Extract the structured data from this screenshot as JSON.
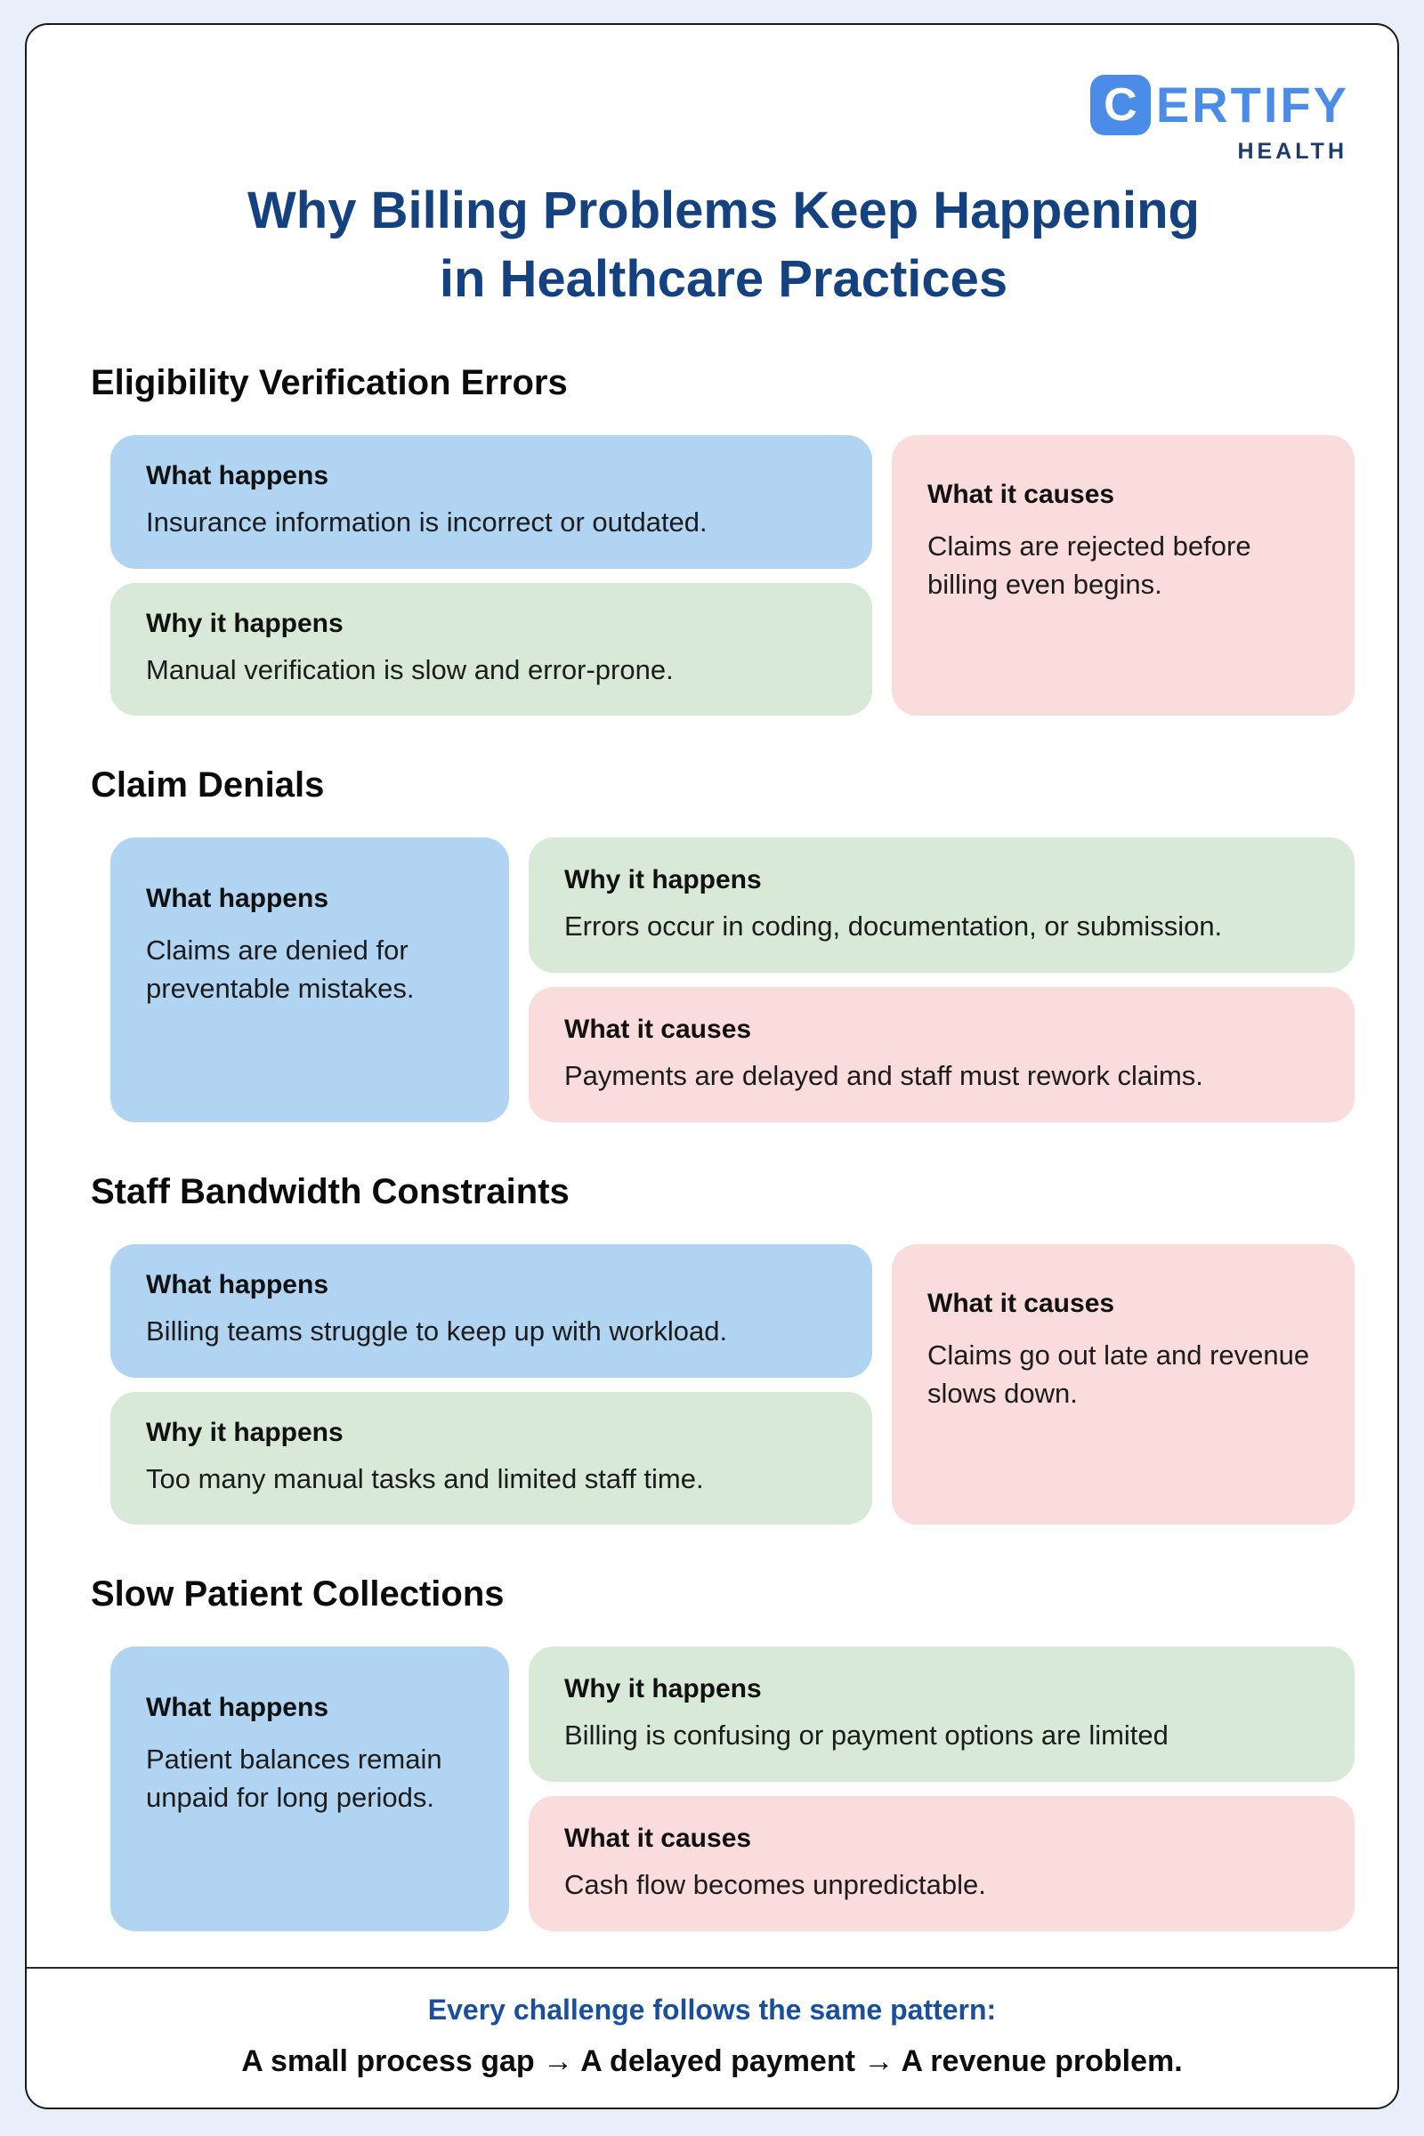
{
  "logo": {
    "c": "C",
    "rest": "ERTIFY",
    "sub": "HEALTH"
  },
  "title": {
    "line1": "Why Billing Problems Keep Happening",
    "line2": "in Healthcare Practices"
  },
  "sections": [
    {
      "heading": "Eligibility Verification Errors",
      "cards": [
        {
          "title": "What happens",
          "body": "Insurance information is incorrect or outdated."
        },
        {
          "title": "Why it happens",
          "body": "Manual verification is slow and error-prone."
        },
        {
          "title": "What it causes",
          "body": "Claims are rejected before billing even begins."
        }
      ]
    },
    {
      "heading": "Claim Denials",
      "cards": [
        {
          "title": "What happens",
          "body": "Claims are denied for preventable mistakes."
        },
        {
          "title": "Why it happens",
          "body": "Errors occur in coding, documentation, or submission."
        },
        {
          "title": "What it causes",
          "body": "Payments are delayed and staff must rework claims."
        }
      ]
    },
    {
      "heading": "Staff Bandwidth Constraints",
      "cards": [
        {
          "title": "What happens",
          "body": "Billing teams struggle to keep up with workload."
        },
        {
          "title": "Why it happens",
          "body": "Too many manual tasks and limited staff time."
        },
        {
          "title": "What it causes",
          "body": "Claims go out late and revenue slows down."
        }
      ]
    },
    {
      "heading": "Slow Patient Collections",
      "cards": [
        {
          "title": "What happens",
          "body": "Patient balances remain unpaid for long periods."
        },
        {
          "title": "Why it happens",
          "body": "Billing is confusing or payment options are limited"
        },
        {
          "title": "What it causes",
          "body": "Cash flow becomes unpredictable."
        }
      ]
    }
  ],
  "footer": {
    "line1": "Every challenge follows the same pattern:",
    "line2": "A small process gap → A delayed payment → A revenue problem."
  },
  "colors": {
    "page_bg": "#e9eefb",
    "what_bg": "#b0d4f2",
    "why_bg": "#d8e9d8",
    "causes_bg": "#fbdcdc",
    "title": "#14417f",
    "footer_accent": "#1a4f9d",
    "logo_blue": "#4a8ce8",
    "logo_navy": "#1d3c6e"
  }
}
